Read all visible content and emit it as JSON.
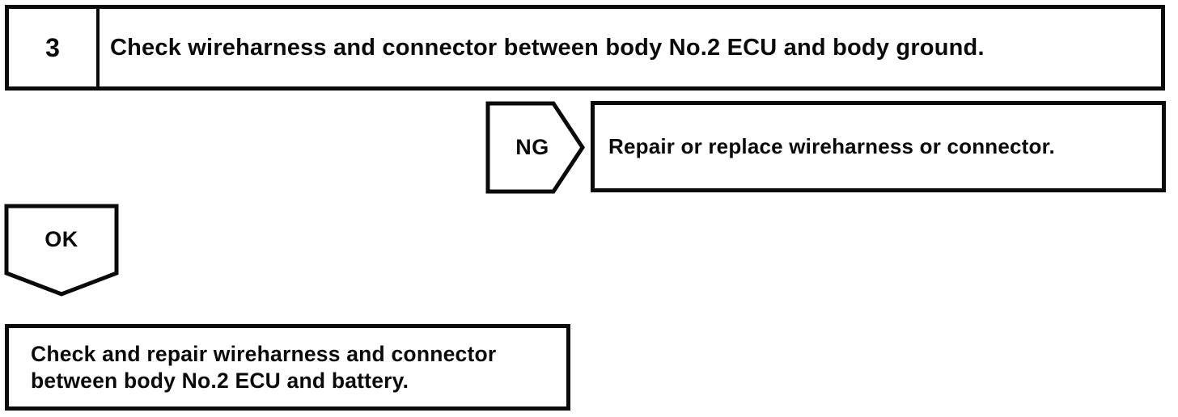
{
  "flowchart": {
    "step": {
      "number": "3",
      "instruction": "Check wireharness and connector between body No.2 ECU and body ground."
    },
    "ng_branch": {
      "connector_label": "NG",
      "action": "Repair or replace wireharness or connector."
    },
    "ok_branch": {
      "connector_label": "OK"
    },
    "result": {
      "line1": "Check and repair wireharness and connector",
      "line2": "between body No.2 ECU and battery."
    },
    "colors": {
      "ink": "#0a0a0a",
      "paper": "#ffffff"
    }
  }
}
